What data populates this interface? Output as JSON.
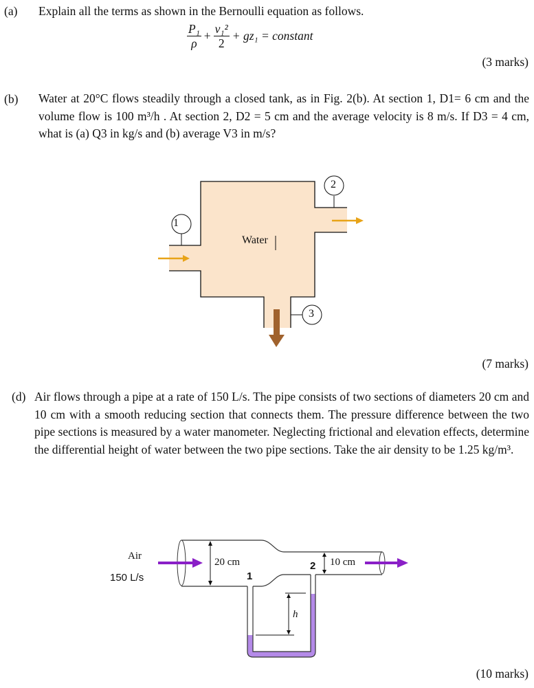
{
  "part_a": {
    "label": "(a)",
    "text": "Explain all the terms as shown in the Bernoulli equation as follows.",
    "equation": {
      "t1_num": "P₁",
      "t1_den": "ρ",
      "plus1": "+",
      "t2_num": "v₁²",
      "t2_den": "2",
      "plus2": "+ gz₁ = constant"
    },
    "marks": "(3 marks)"
  },
  "part_b": {
    "label": "(b)",
    "text": "Water at 20°C flows steadily through a closed tank, as in Fig. 2(b). At section 1, D1= 6 cm and the volume flow is 100 m³/h . At section 2, D2 = 5 cm and the average velocity is 8 m/s. If D3 = 4 cm, what is (a) Q3 in kg/s and (b) average V3 in m/s?",
    "figure": {
      "fluid_label": "Water",
      "section_1": "1",
      "section_2": "2",
      "section_3": "3",
      "fill_color": "#fbe4cb",
      "arrow_color": "#e8a317",
      "down_arrow_color": "#a0622d"
    },
    "marks": "(7  marks)"
  },
  "part_d": {
    "label": "(d)",
    "text": "Air flows through a pipe at a rate of 150 L/s. The pipe consists of two sections of diameters 20 cm and 10 cm with a smooth reducing section that connects them. The pressure difference between the two pipe sections is measured by a water manometer. Neglecting frictional and elevation effects, determine the differential height of water between the two pipe sections. Take the air density to be 1.25 kg/m³.",
    "figure": {
      "air_label": "Air",
      "flow_label": "150 L/s",
      "d1_label": "20 cm",
      "d2_label": "10 cm",
      "section_1": "1",
      "section_2": "2",
      "h_label": "h",
      "fluid_color": "#b48ae8",
      "arrow_color": "#8a1fc7"
    },
    "marks": "(10 marks)"
  }
}
